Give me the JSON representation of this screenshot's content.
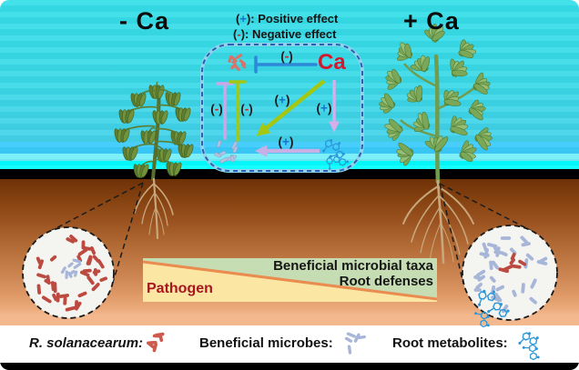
{
  "header": {
    "left_condition": "- Ca",
    "right_condition": "+ Ca",
    "effect_legend": {
      "positive": {
        "pre": "(",
        "sign": "+",
        "post": "): ",
        "text": "Positive effect"
      },
      "negative": {
        "pre": "(",
        "sign": "-",
        "post": "): ",
        "text": "Negative effect"
      }
    }
  },
  "interaction_diagram": {
    "ca_node": "Ca",
    "relations": {
      "ca_inhibits_pathogen": {
        "pre": "(",
        "sign": "-",
        "post": ")"
      },
      "microbes_inhibit_pathogen": {
        "pre": "(",
        "sign": "-",
        "post": ")"
      },
      "defenses_inhibit_pathogen": {
        "pre": "(",
        "sign": "-",
        "post": ")"
      },
      "ca_promotes_microbes": {
        "pre": "(",
        "sign": "+",
        "post": ")"
      },
      "ca_promotes_metabolites": {
        "pre": "(",
        "sign": "+",
        "post": ")"
      },
      "metabolites_promote_microbes": {
        "pre": "(",
        "sign": "+",
        "post": ")"
      }
    }
  },
  "gradient_bar": {
    "pathogen_label": "Pathogen",
    "beneficial_label": "Beneficial microbial taxa",
    "defenses_label": "Root defenses"
  },
  "bottom_legend": {
    "items": [
      {
        "label": "R. solanacearum:",
        "icon": "pathogen-rods-icon"
      },
      {
        "label": "Beneficial microbes:",
        "icon": "beneficial-rods-icon"
      },
      {
        "label": "Root metabolites:",
        "icon": "metabolite-molecule-icon"
      }
    ]
  },
  "palette": {
    "pathogen_red": "#bc4a40",
    "pathogen_red_light": "#db7265",
    "microbe_blue": "#a7b6d8",
    "microbe_blue_light": "#b6c3e0",
    "metabolite_blue": "#2a96d8",
    "ca_red": "#d4182e",
    "plus_blue": "#1573cf",
    "minus_red": "#e31b1b",
    "inhibit_blue": "#2d88da",
    "promote_green": "#a4c712",
    "lavender": "#c9a8e8",
    "pink_arrow": "#d6aeea",
    "box_border": "#2b5fb4",
    "box_border_inner": "#8fd4ec",
    "orange_divider": "#ea8b50",
    "yellow_wedge": "#fbe7a3",
    "green_wedge": "#c6ddb4",
    "root_tan": "#c8a77c",
    "wilt_leaf": "#72923d",
    "wilt_leaf_dark": "#5d7d31",
    "healthy_leaf": "#7ba758",
    "healthy_leaf_light": "#97bd74"
  }
}
